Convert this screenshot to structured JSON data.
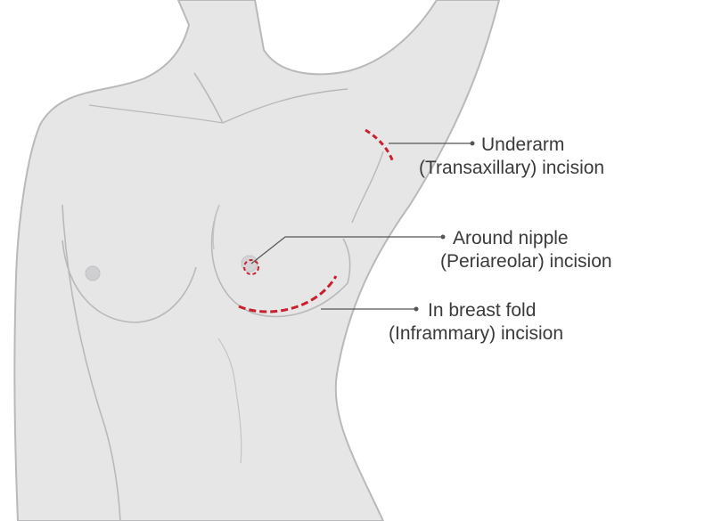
{
  "colors": {
    "skin": "#e6e6e7",
    "outline": "#b9b9bb",
    "incision": "#c8202f",
    "leader": "#555555",
    "text": "#3a3a3a"
  },
  "labels": {
    "underarm": {
      "line1": "Underarm",
      "line2": "(Transaxillary) incision"
    },
    "nipple": {
      "line1": "Around nipple",
      "line2": "(Periareolar) incision"
    },
    "fold": {
      "line1": "In breast fold",
      "line2": "(Inframmary) incision"
    }
  }
}
